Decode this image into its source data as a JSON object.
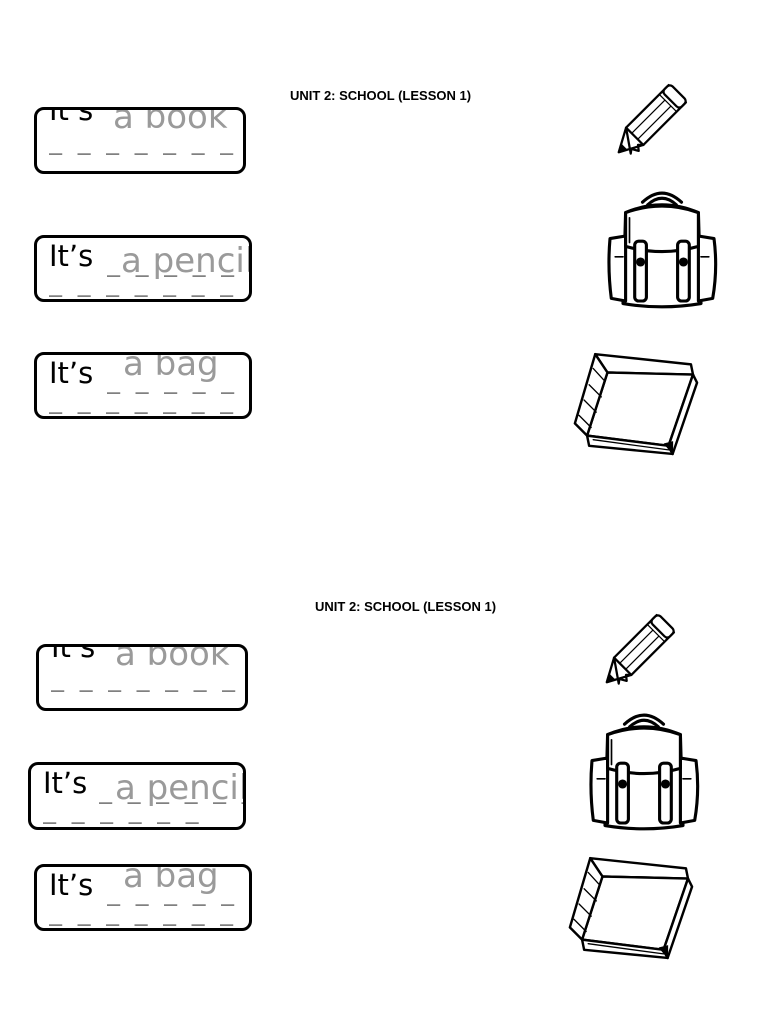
{
  "worksheets": [
    {
      "title": "UNIT 2: SCHOOL (LESSON 1)",
      "rows": [
        {
          "prefix": "It’s",
          "answer": "a book",
          "blank1": "___",
          "blank2": "_ _ _ _ _ _ _"
        },
        {
          "prefix": "It’s",
          "answer": "a pencil",
          "blank1": "_ _ _ _ _ _",
          "blank2": "_ _ _ _ _ _ _"
        },
        {
          "prefix": "It’s",
          "answer": "a bag",
          "blank1": "_ _ _ _ _ _",
          "blank2": "_ _ _ _ _ _ _"
        }
      ],
      "pictures": [
        "pencil-icon",
        "backpack-icon",
        "book-icon"
      ]
    },
    {
      "title": "UNIT 2: SCHOOL (LESSON 1)",
      "rows": [
        {
          "prefix": "It’s",
          "answer": "a book",
          "blank1": "___",
          "blank2": "_ _ _ _ _ _ _"
        },
        {
          "prefix": "It’s",
          "answer": "a pencil",
          "blank1": "_ _ _ _ _ _",
          "blank2": "_ _ _ _ _ _"
        },
        {
          "prefix": "It’s",
          "answer": "a bag",
          "blank1": "_ _ _ _ _ _",
          "blank2": "_ _ _ _ _ _ _"
        }
      ],
      "pictures": [
        "pencil-icon",
        "backpack-icon",
        "book-icon"
      ]
    }
  ]
}
